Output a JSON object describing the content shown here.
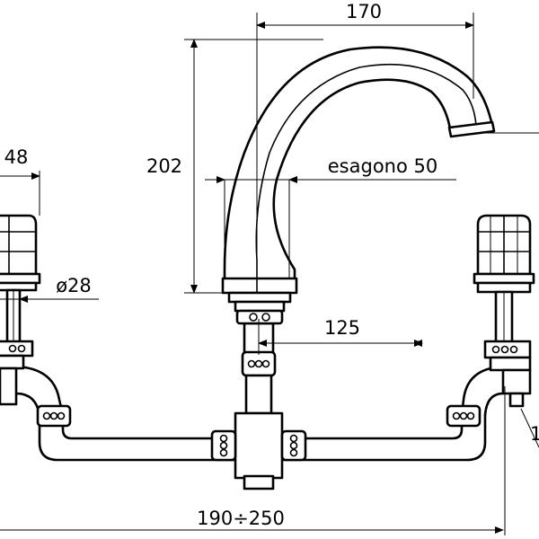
{
  "dimensions": {
    "spout_reach": "170",
    "spout_height": "202",
    "hexagon": "esagono 50",
    "handle_width": "48",
    "handle_diameter": "ø28",
    "valve_offset": "125",
    "centres": "190÷250",
    "cut_right": "1"
  }
}
